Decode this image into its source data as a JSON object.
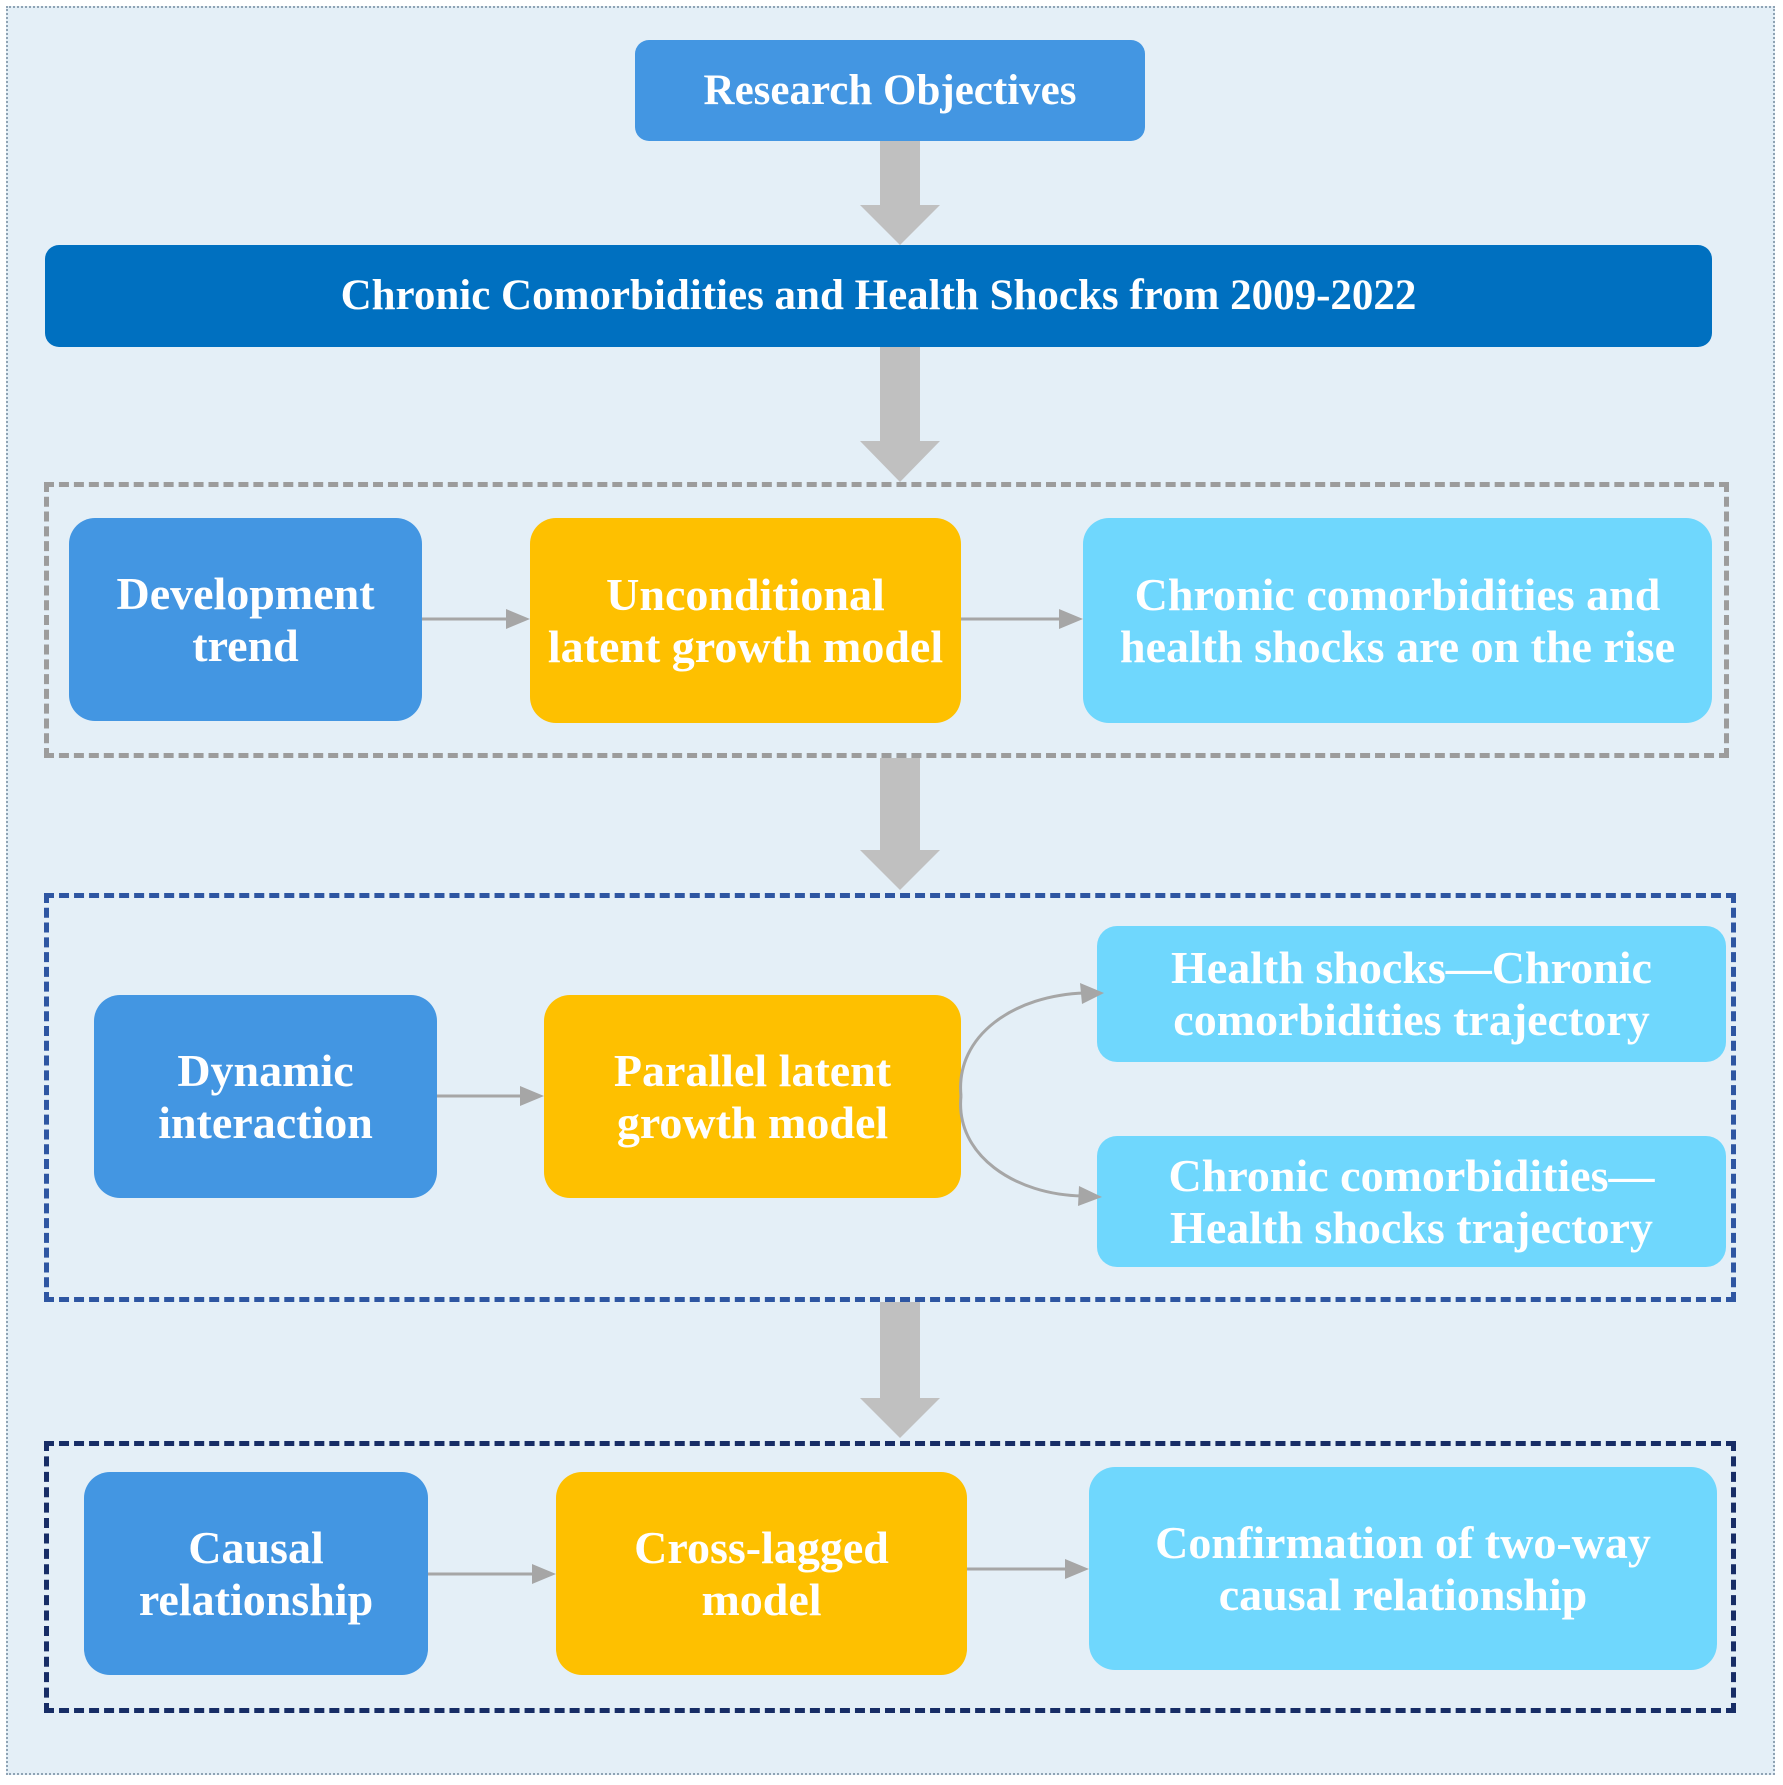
{
  "objectives": {
    "label": "Research Objectives"
  },
  "banner": {
    "label": "Chronic Comorbidities and Health Shocks from 2009-2022"
  },
  "row1": {
    "aim": "Development trend",
    "method": "Unconditional latent growth model",
    "result": "Chronic comorbidities and health shocks are on the rise"
  },
  "row2": {
    "aim": "Dynamic interaction",
    "method": "Parallel latent growth model",
    "result_a": "Health shocks—Chronic comorbidities trajectory",
    "result_b": "Chronic comorbidities—Health shocks trajectory"
  },
  "row3": {
    "aim": "Causal relationship",
    "method": "Cross-lagged model",
    "result": "Confirmation of two-way causal relationship"
  },
  "colors": {
    "background": "#e4eff7",
    "aim_blue": "#4396e2",
    "banner_navy": "#0070c0",
    "method_gold": "#fec000",
    "result_cyan": "#6fd7fd",
    "connector_gray": "#a6a6a6",
    "big_arrow_gray": "#c0c0c0"
  }
}
